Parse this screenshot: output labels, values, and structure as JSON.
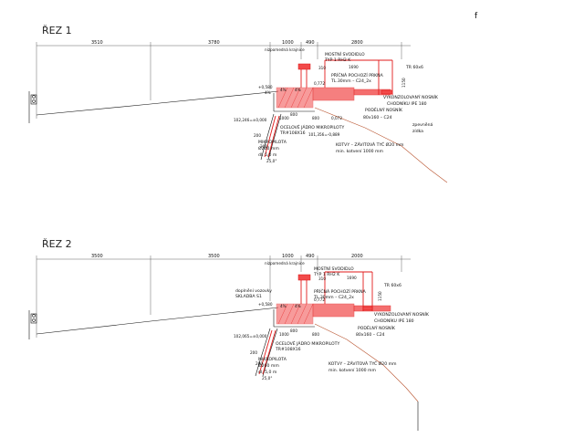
{
  "corner_mark": "f",
  "sections": [
    {
      "title": "ŘEZ 1",
      "dims": [
        "3510",
        "3780",
        "1000",
        "490",
        "2800"
      ],
      "level_top": "+0,580",
      "level_main": "102,246=±0,000",
      "level_bottom": "101,356=-0,889",
      "labels": {
        "parapet": "nízpomedná krajnice",
        "bridge_block": [
          "MOSTNÍ SVODIDLO",
          "TYP 1 RH2 K"
        ],
        "cross_beam": [
          "PŘÍČNÁ POCHOZÍ PRKNA",
          "TL.30mm – C24_2x"
        ],
        "tr": "TR 60x6",
        "cantilever": [
          "VYKONZOLOVANÝ NOSNÍK",
          "CHODNÍKU IPE 180"
        ],
        "long_beam": [
          "PODÉLNÝ NOSNÍK",
          "80x160 – C24"
        ],
        "steel_core": [
          "OCELOVÉ JÁDRO MIKROPILOTY",
          "TR#108X16"
        ],
        "micropile": [
          "MIKROPILOTA",
          "Ø200 mm",
          "dl. 5,0 m"
        ],
        "anchor": [
          "KOTVY – ZÁVITOVÁ TYČ Ø20 mm",
          "min. kotvení 1000 mm"
        ],
        "ground": [
          "zpevněná",
          "zídka"
        ]
      },
      "small_dims": [
        "310",
        "1690",
        "1150",
        "0,772",
        "800",
        "1000",
        "800",
        "0,072",
        "4%",
        "4%",
        "4%",
        "200",
        "200",
        "25,0°"
      ]
    },
    {
      "title": "ŘEZ 2",
      "dims": [
        "3500",
        "3500",
        "1000",
        "490",
        "2000"
      ],
      "level_top": "+0,580",
      "level_main": "102,065=±0,000",
      "level_bottom": "",
      "labels": {
        "parapet": "nízpomedná krajnice",
        "extra": [
          "doplnění vozovky",
          "SKLADBA S1"
        ],
        "bridge_block": [
          "MOSTNÍ SVODIDLO",
          "TYP 1 RH2 K"
        ],
        "cross_beam": [
          "PŘÍČNÁ POCHOZÍ PRKNA",
          "TL.30mm – C24_2x"
        ],
        "tr": "TR 60x6",
        "cantilever": [
          "VYKONZOLOVANÝ NOSNÍK",
          "CHODNÍKU IPE 180"
        ],
        "long_beam": [
          "PODÉLNÝ NOSNÍK",
          "80x160 – C24"
        ],
        "steel_core": [
          "OCELOVÉ JÁDRO MIKROPILOTY",
          "TR#108X16"
        ],
        "micropile": [
          "MIKROPILOTA",
          "Ø200 mm",
          "dl. 5,0 m"
        ],
        "anchor": [
          "KOTVY – ZÁVITOVÁ TYČ Ø20 mm",
          "min. kotvení 1000 mm"
        ]
      },
      "small_dims": [
        "310",
        "1690",
        "1150",
        "0,772",
        "800",
        "1000",
        "800",
        "4%",
        "4%",
        "200",
        "200",
        "25,0°"
      ]
    }
  ]
}
